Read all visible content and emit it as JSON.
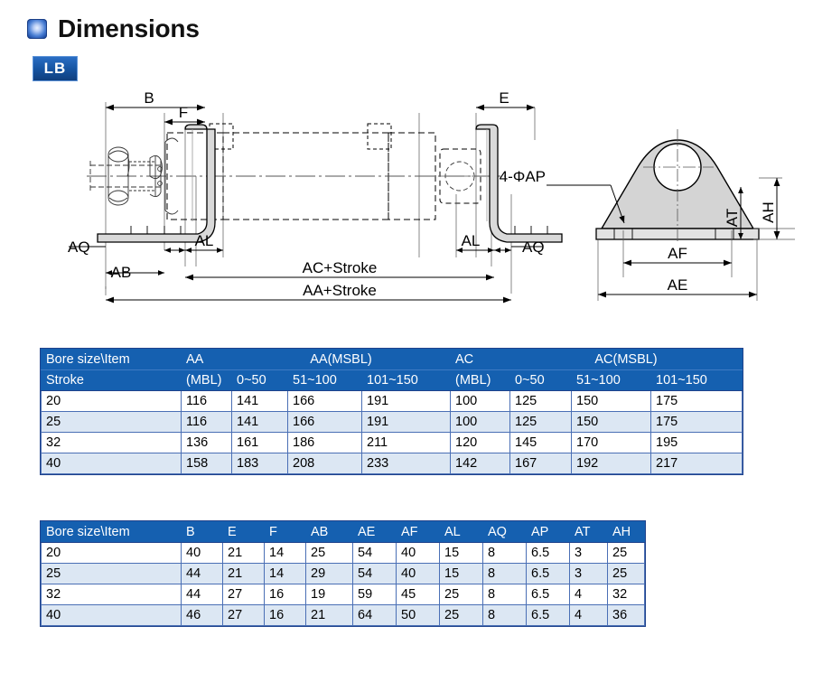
{
  "header": {
    "title": "Dimensions",
    "icon": "blue-square-icon",
    "badge": "LB"
  },
  "drawing": {
    "labels": {
      "b": "B",
      "f": "F",
      "e": "E",
      "aq_left": "AQ",
      "ab": "AB",
      "al_left": "AL",
      "al_right": "AL",
      "aq_right": "AQ",
      "ac_stroke": "AC+Stroke",
      "aa_stroke": "AA+Stroke",
      "hole_note": "4-ΦAP",
      "at": "AT",
      "ah": "AH",
      "af": "AF",
      "ae": "AE"
    }
  },
  "tables": [
    {
      "id": "table-aa-ac",
      "header_row_1": [
        {
          "label": "Bore size\\Item",
          "colspan": 1,
          "rowspan": 1
        },
        {
          "label": "AA",
          "colspan": 1,
          "rowspan": 1
        },
        {
          "label": "AA(MSBL)",
          "colspan": 3,
          "rowspan": 1
        },
        {
          "label": "AC",
          "colspan": 1,
          "rowspan": 1
        },
        {
          "label": "AC(MSBL)",
          "colspan": 3,
          "rowspan": 1
        }
      ],
      "header_row_2": [
        "Stroke",
        "(MBL)",
        "0~50",
        "51~100",
        "101~150",
        "(MBL)",
        "0~50",
        "51~100",
        "101~150"
      ],
      "rows": [
        [
          "20",
          "116",
          "141",
          "166",
          "191",
          "100",
          "125",
          "150",
          "175"
        ],
        [
          "25",
          "116",
          "141",
          "166",
          "191",
          "100",
          "125",
          "150",
          "175"
        ],
        [
          "32",
          "136",
          "161",
          "186",
          "211",
          "120",
          "145",
          "170",
          "195"
        ],
        [
          "40",
          "158",
          "183",
          "208",
          "233",
          "142",
          "167",
          "192",
          "217"
        ]
      ]
    },
    {
      "id": "table-dims",
      "header": [
        "Bore size\\Item",
        "B",
        "E",
        "F",
        "AB",
        "AE",
        "AF",
        "AL",
        "AQ",
        "AP",
        "AT",
        "AH"
      ],
      "rows": [
        [
          "20",
          "40",
          "21",
          "14",
          "25",
          "54",
          "40",
          "15",
          "8",
          "6.5",
          "3",
          "25"
        ],
        [
          "25",
          "44",
          "21",
          "14",
          "29",
          "54",
          "40",
          "15",
          "8",
          "6.5",
          "3",
          "25"
        ],
        [
          "32",
          "44",
          "27",
          "16",
          "19",
          "59",
          "45",
          "25",
          "8",
          "6.5",
          "4",
          "32"
        ],
        [
          "40",
          "46",
          "27",
          "16",
          "21",
          "64",
          "50",
          "25",
          "8",
          "6.5",
          "4",
          "36"
        ]
      ]
    }
  ],
  "colors": {
    "header_blue": "#1560b0",
    "row_alt": "#dce7f3",
    "border": "#4a6fb5",
    "badge_blue": "#15529f"
  }
}
